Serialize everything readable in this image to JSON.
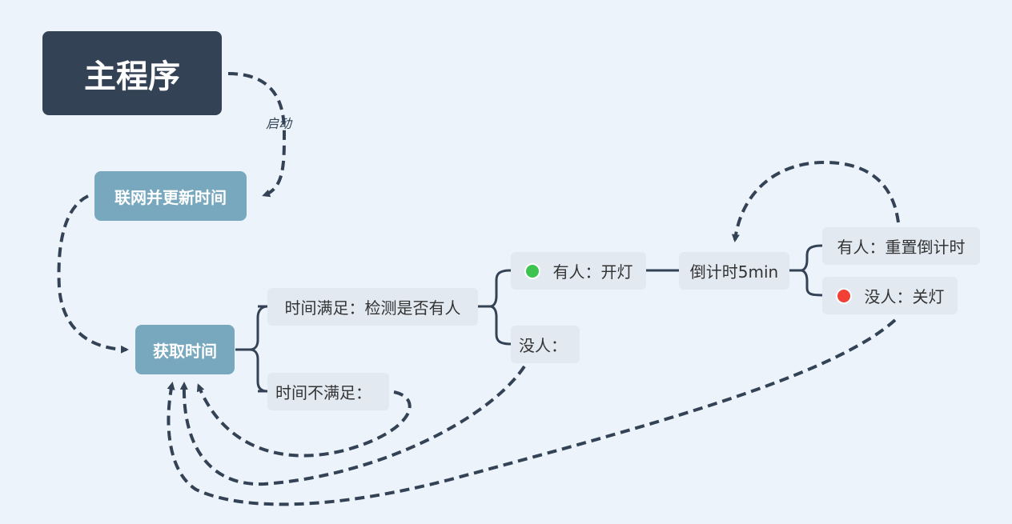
{
  "nodes": {
    "root": {
      "label": "主程序"
    },
    "network": {
      "label": "联网并更新时间"
    },
    "get_time": {
      "label": "获取时间"
    },
    "time_ok": {
      "label": "时间满足：检测是否有人"
    },
    "time_not_ok": {
      "label": "时间不满足："
    },
    "someone": {
      "label": "有人：开灯",
      "status_color": "#3dc34f"
    },
    "nobody": {
      "label": "没人："
    },
    "countdown": {
      "label": "倒计时5min"
    },
    "someone_reset": {
      "label": "有人：重置倒计时"
    },
    "nobody_off": {
      "label": "没人：关灯",
      "status_color": "#f04134"
    }
  },
  "edges": {
    "start_label": "启动"
  },
  "colors": {
    "background": "#ecf3fa",
    "line": "#344256",
    "root": "#344256",
    "main_topic": "#78a8be",
    "subtopic": "#e2e9f1"
  }
}
